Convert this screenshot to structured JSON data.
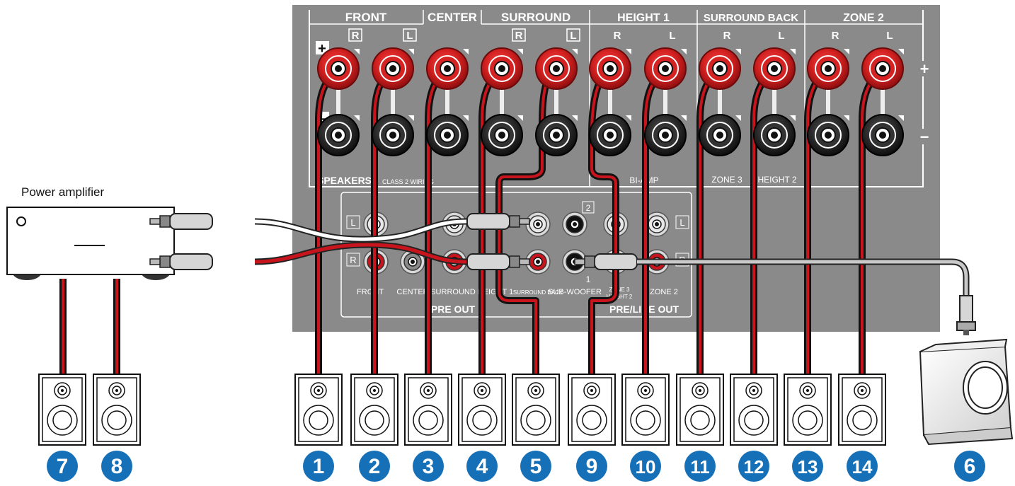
{
  "panel": {
    "groups": {
      "front": "FRONT",
      "center": "CENTER",
      "surround": "SURROUND",
      "height1": "HEIGHT 1",
      "surround_back": "SURROUND BACK",
      "zone2": "ZONE 2"
    },
    "terminal_labels": [
      "R",
      "L",
      "",
      "R",
      "L",
      "R",
      "L",
      "R",
      "L",
      "R",
      "L"
    ],
    "plus_sign": "+",
    "minus_sign": "−",
    "speakers_label": "SPEAKERS",
    "class2_label": "CLASS 2 WIRING",
    "biamp_label": "BI-AMP",
    "zone3_label": "ZONE 3",
    "height2_label": "HEIGHT 2"
  },
  "preout": {
    "left_label": "L",
    "right_label": "R",
    "right_label_2": "R",
    "left_label_2": "L",
    "jacks": [
      "FRONT",
      "CENTER",
      "SURROUND",
      "HEIGHT 1",
      "SURROUND BACK",
      "SUB-WOOFER",
      "ZONE 3\nHEIGHT 2",
      "ZONE 2"
    ],
    "sub_num_top": "2",
    "sub_num_bottom": "1",
    "pre_out_label": "PRE OUT",
    "pre_line_out_label": "PRE/LINE OUT"
  },
  "power_amplifier": {
    "label": "Power amplifier"
  },
  "speakers": {
    "numbers": [
      "1",
      "2",
      "3",
      "4",
      "5",
      "9",
      "10",
      "11",
      "12",
      "13",
      "14"
    ],
    "amp_numbers": [
      "7",
      "8"
    ],
    "subwoofer_number": "6"
  },
  "colors": {
    "panel": "#8a8a8a",
    "panel_outline": "#ffffff",
    "binding_red": "#d0201f",
    "binding_black": "#2b2b2b",
    "cable_red": "#c8141c",
    "cable_black": "#1a1a1a",
    "badge_blue": "#1670b8"
  }
}
